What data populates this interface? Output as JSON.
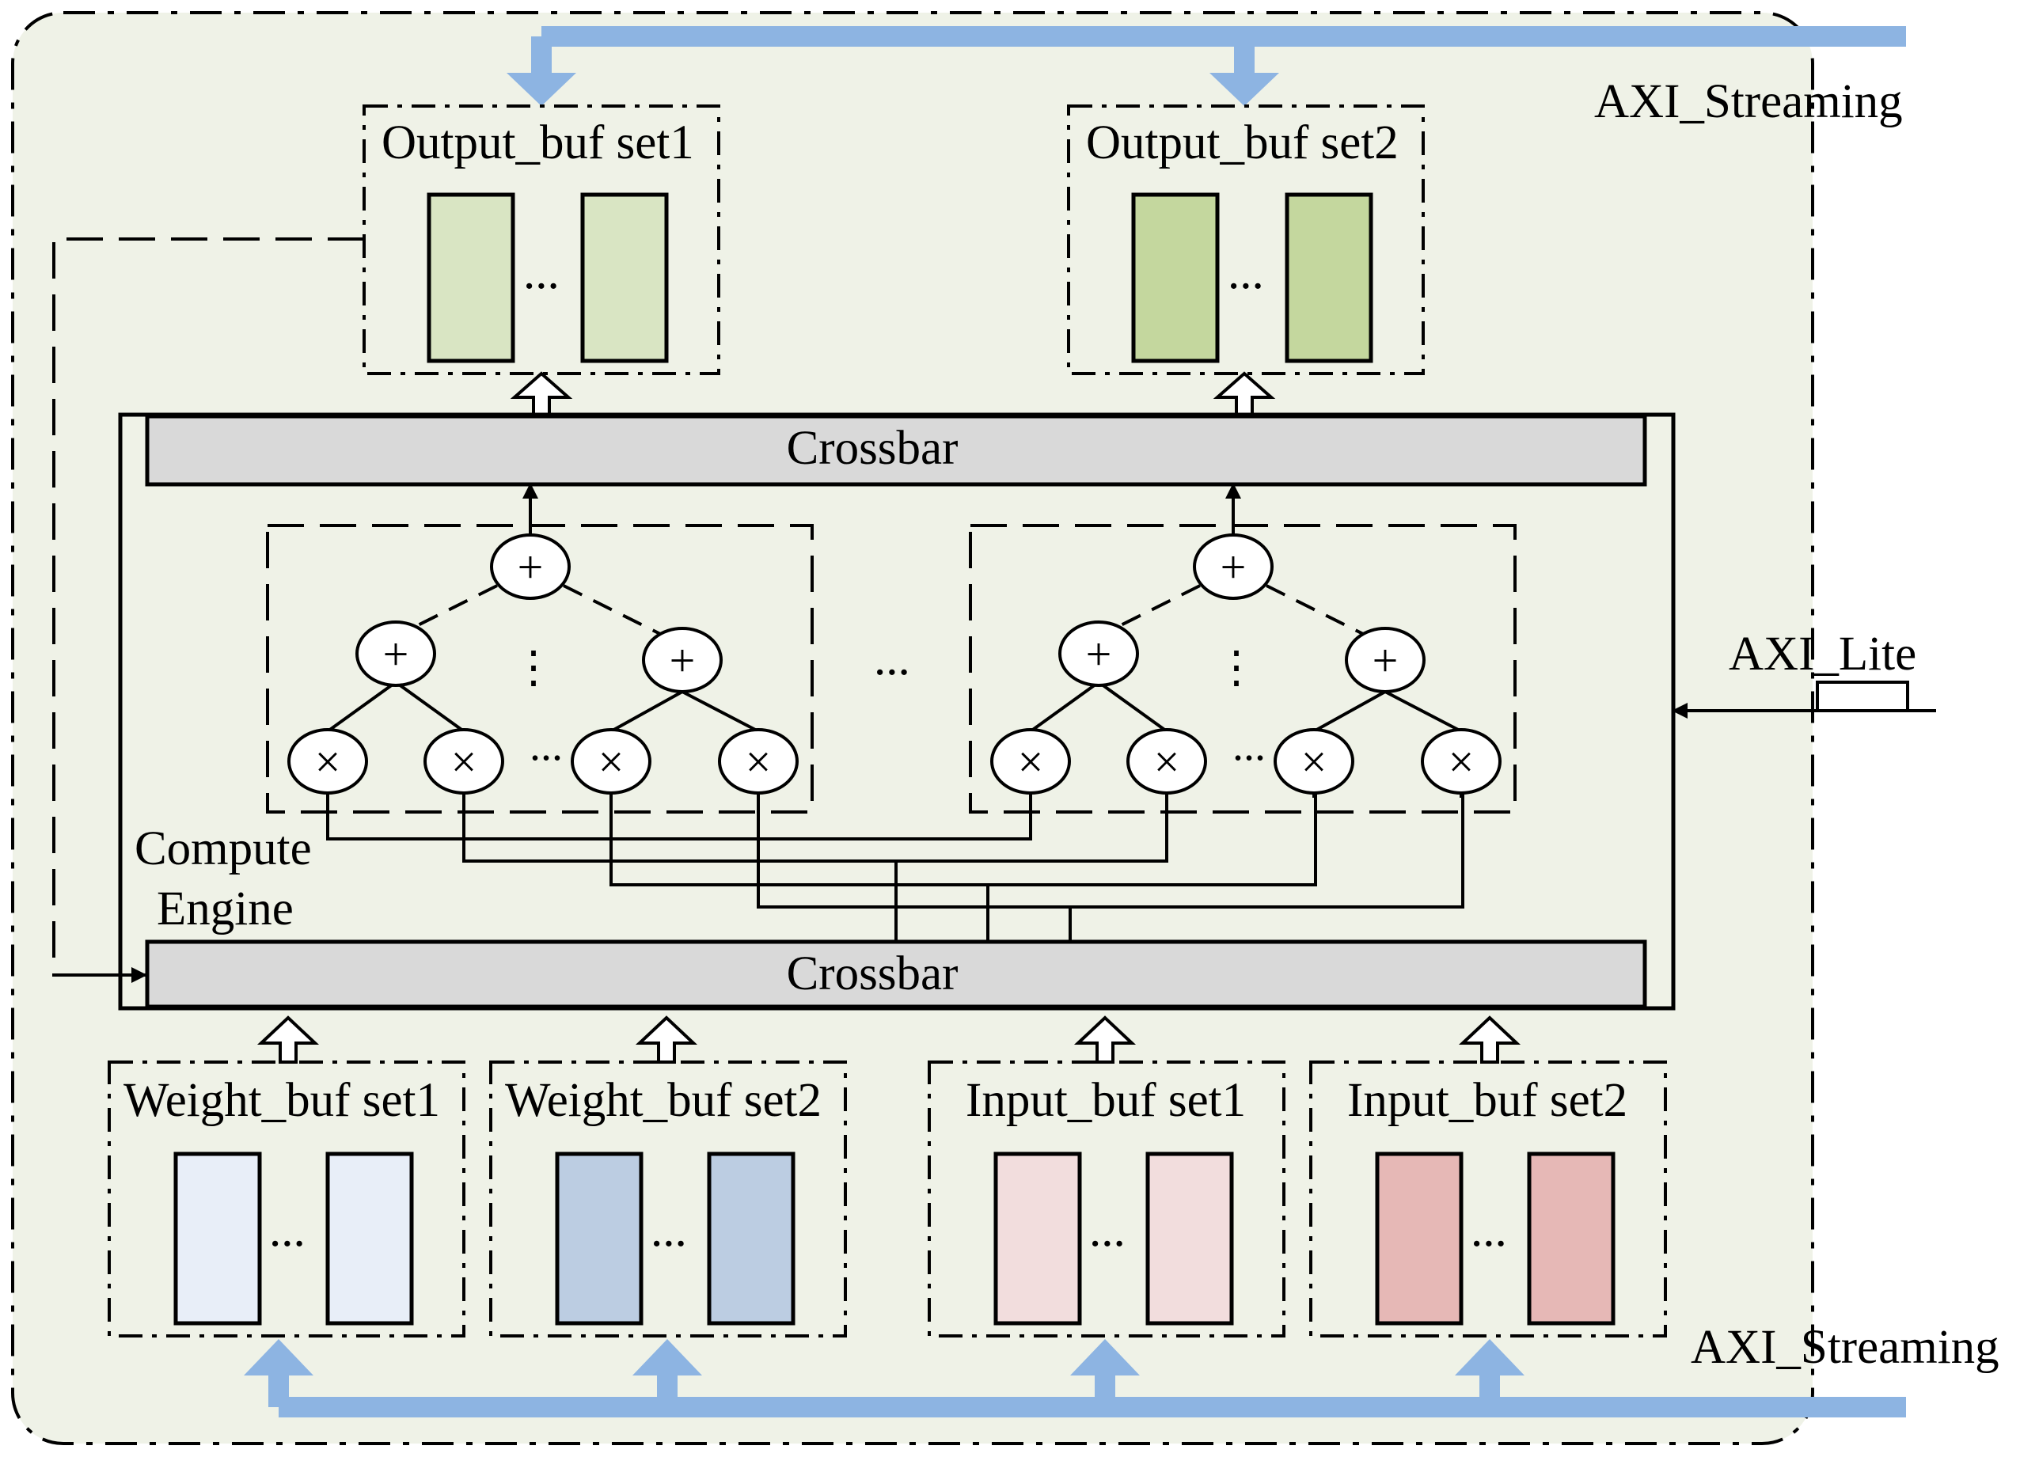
{
  "labels": {
    "axi_streaming_top": "AXI_Streaming",
    "axi_streaming_bottom": "AXI_Streaming",
    "axi_lite": "AXI_Lite",
    "crossbar_top": "Crossbar",
    "crossbar_bottom": "Crossbar",
    "compute_engine_line1": "Compute",
    "compute_engine_line2": "Engine",
    "ellipsis": "..."
  },
  "output_buffers": [
    {
      "label": "Output_buf set1",
      "color": "#d9e5c3"
    },
    {
      "label": "Output_buf set2",
      "color": "#c4d79e"
    }
  ],
  "input_side_buffers": [
    {
      "label": "Weight_buf set1",
      "color": "#e8eef8"
    },
    {
      "label": "Weight_buf set2",
      "color": "#bccde2"
    },
    {
      "label": "Input_buf set1",
      "color": "#f2dddd"
    },
    {
      "label": "Input_buf set2",
      "color": "#e6b8b6"
    }
  ],
  "operators": {
    "adder": "+",
    "multiplier": "×"
  },
  "colors": {
    "background": "#eff2e7",
    "crossbar": "#d9d9d9",
    "stream_bus": "#8db4e2",
    "stroke": "#000000"
  }
}
